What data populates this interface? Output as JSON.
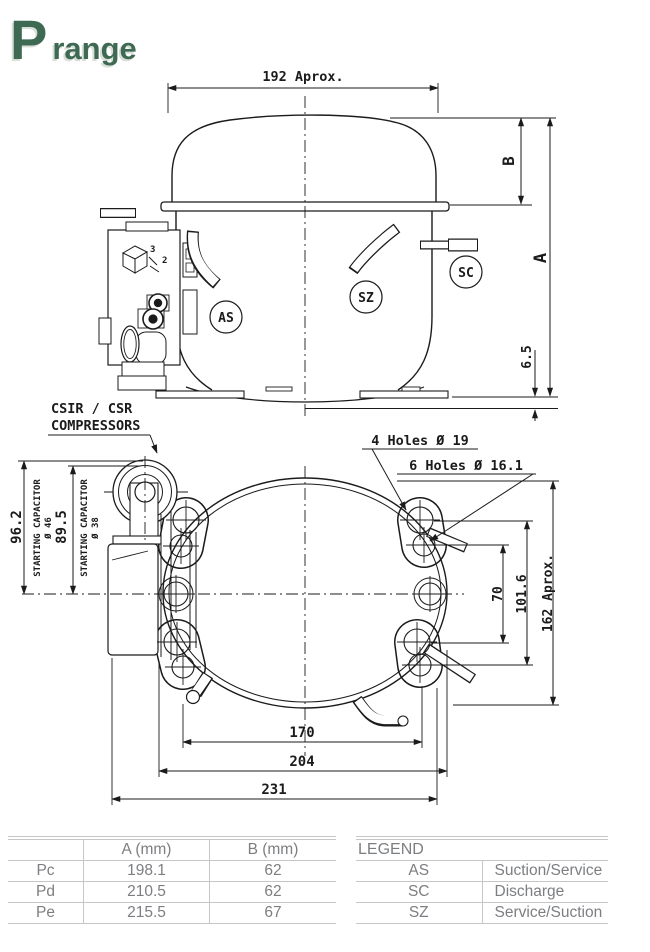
{
  "title": {
    "p": "P",
    "range": "range"
  },
  "side_view": {
    "dim_width_top": "192 Aprox.",
    "dim_b": "B",
    "dim_a": "A",
    "dim_foot": "6.5",
    "port_as": "AS",
    "port_sz": "SZ",
    "port_sc": "SC",
    "terminal_icon_3": "3",
    "terminal_icon_2": "2"
  },
  "top_view": {
    "callout_line1": "CSIR / CSR",
    "callout_line2": "COMPRESSORS",
    "holes_19": "4 Holes Ø 19",
    "holes_161": "6 Holes Ø 16.1",
    "dim_70": "70",
    "dim_1016": "101.6",
    "dim_162": "162 Aprox.",
    "dim_170": "170",
    "dim_204": "204",
    "dim_231": "231",
    "dim_962": "96.2",
    "dim_895": "89.5",
    "cap46_label": "STARTING CAPACITOR",
    "cap46_dia": "Ø 46",
    "cap38_label": "STARTING CAPACITOR",
    "cap38_dia": "Ø 38"
  },
  "dim_table": {
    "col_a": "A (mm)",
    "col_b": "B (mm)",
    "rows": [
      {
        "model": "Pc",
        "a": "198.1",
        "b": "62"
      },
      {
        "model": "Pd",
        "a": "210.5",
        "b": "62"
      },
      {
        "model": "Pe",
        "a": "215.5",
        "b": "67"
      }
    ]
  },
  "legend": {
    "title": "LEGEND",
    "rows": [
      {
        "code": "AS",
        "meaning": "Suction/Service"
      },
      {
        "code": "SC",
        "meaning": "Discharge"
      },
      {
        "code": "SZ",
        "meaning": "Service/Suction"
      }
    ]
  },
  "colors": {
    "title_green": "#3e6a54",
    "line_black": "#1b1b1b",
    "table_text_gray": "#7c7e81",
    "table_line_gray": "#c6c6c6"
  }
}
